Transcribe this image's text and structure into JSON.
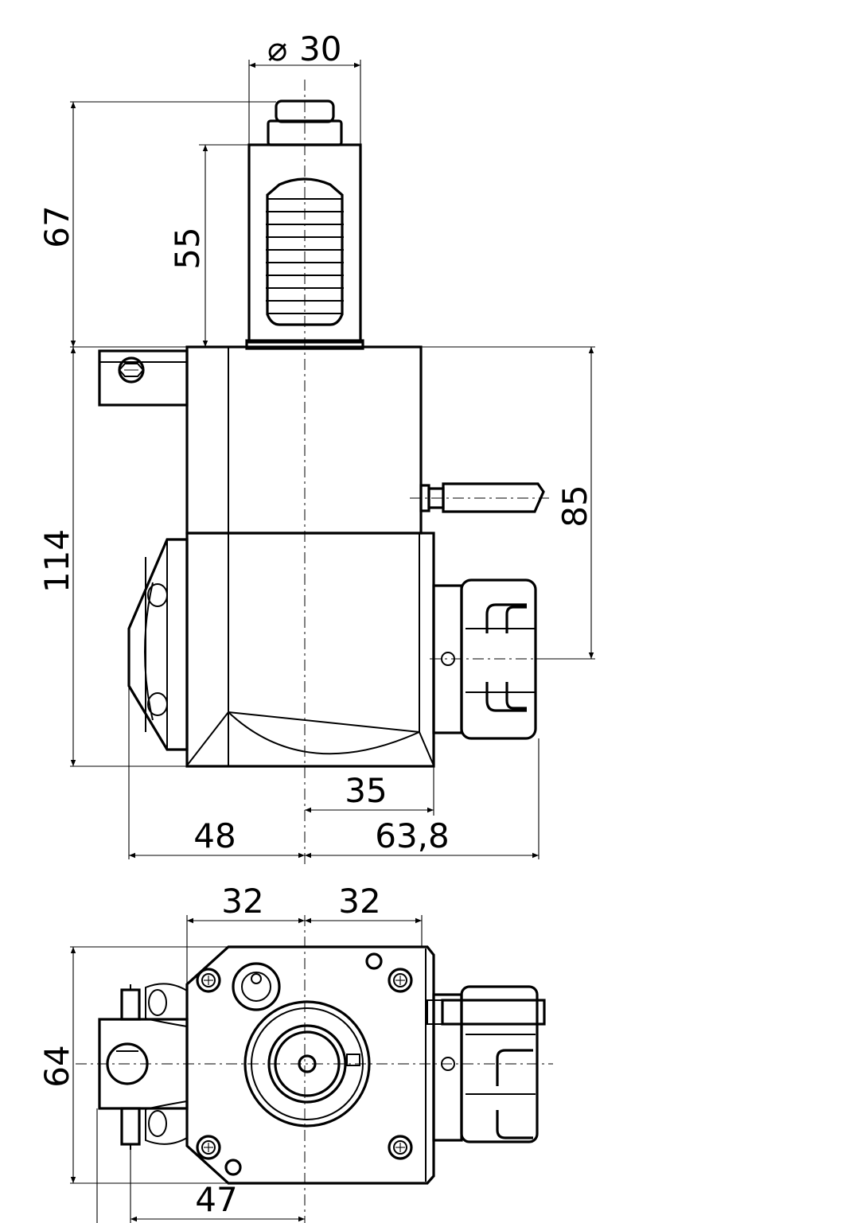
{
  "drawing": {
    "side_view": {
      "dimensions": {
        "diameter_symbol": "⌀",
        "shank_diameter": "30",
        "overall_upper_height": "67",
        "shank_length": "55",
        "body_height": "114",
        "spindle_height": "85",
        "right_offset_35": "35",
        "left_width": "48",
        "right_width": "63,8"
      }
    },
    "bottom_view": {
      "dimensions": {
        "left_half_width": "32",
        "right_half_width": "32",
        "depth": "64",
        "clamp_offset": "47"
      }
    }
  }
}
